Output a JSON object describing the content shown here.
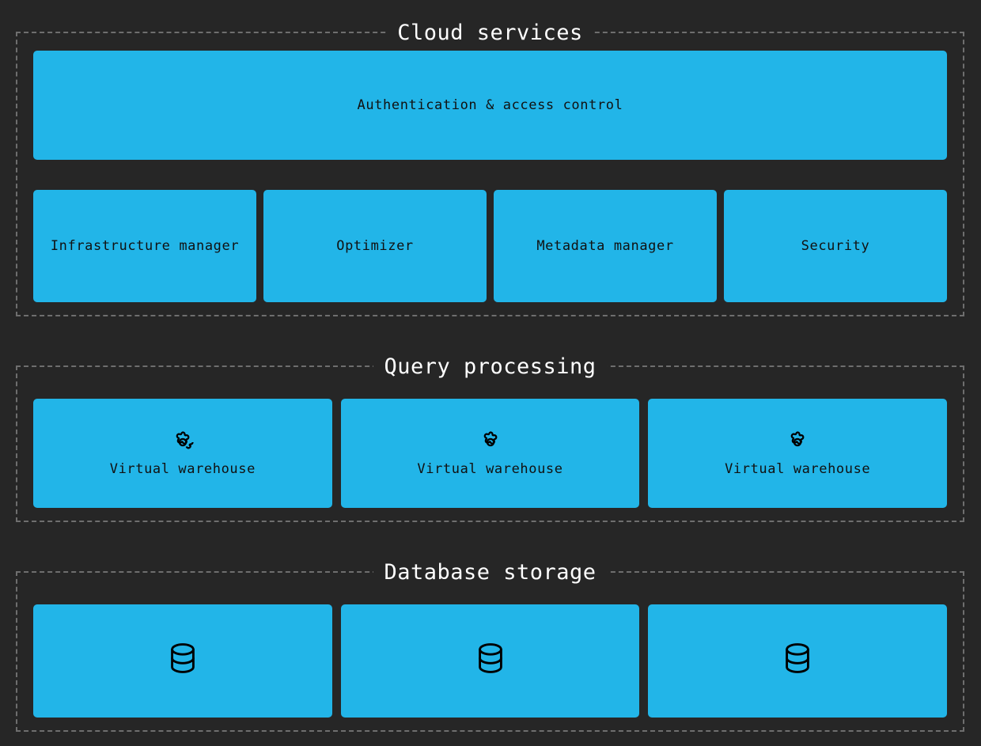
{
  "colors": {
    "background": "#262626",
    "node_fill": "#22b5e8",
    "node_text": "#111111",
    "section_border": "#6e6e6e",
    "section_title": "#ffffff",
    "icon_stroke": "#000000"
  },
  "sections": [
    {
      "id": "cloud-services",
      "title": "Cloud services",
      "wide_node": {
        "label": "Authentication & access control"
      },
      "nodes": [
        {
          "label": "Infrastructure manager"
        },
        {
          "label": "Optimizer"
        },
        {
          "label": "Metadata manager"
        },
        {
          "label": "Security"
        }
      ]
    },
    {
      "id": "query-processing",
      "title": "Query processing",
      "icon": "gear-icon",
      "nodes": [
        {
          "label": "Virtual warehouse"
        },
        {
          "label": "Virtual warehouse"
        },
        {
          "label": "Virtual warehouse"
        }
      ]
    },
    {
      "id": "database-storage",
      "title": "Database storage",
      "icon": "database-icon",
      "nodes": [
        {
          "label": ""
        },
        {
          "label": ""
        },
        {
          "label": ""
        }
      ]
    }
  ]
}
